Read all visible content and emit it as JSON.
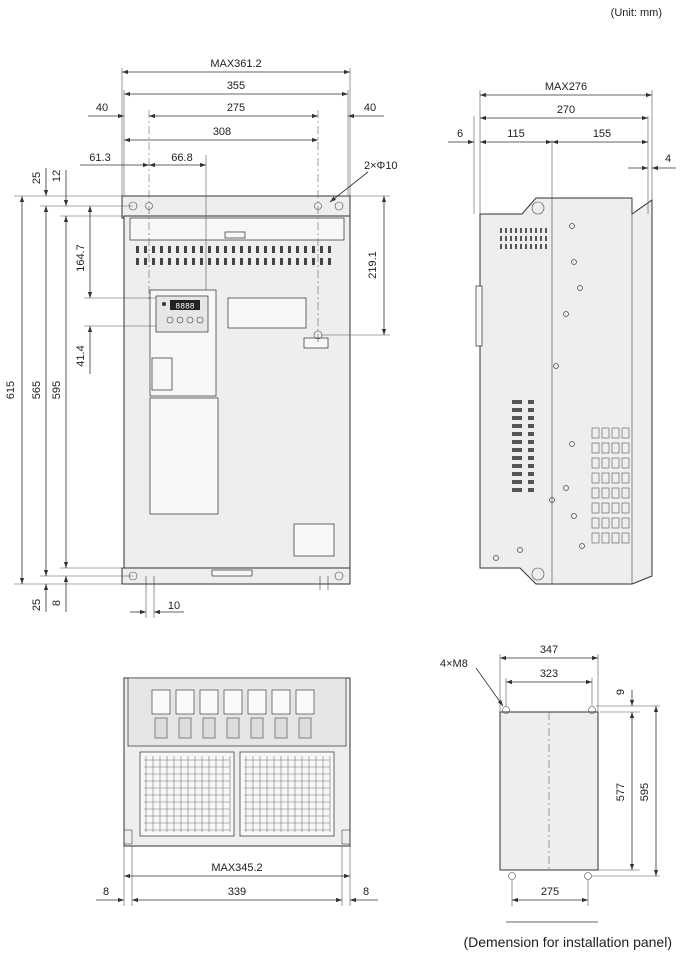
{
  "unit_note": "(Unit: mm)",
  "caption": "(Demension for installation panel)",
  "front_view": {
    "max_width": "MAX361.2",
    "width_355": "355",
    "width_275": "275",
    "width_308": "308",
    "left_40": "40",
    "right_40": "40",
    "d_61_3": "61.3",
    "d_66_8": "66.8",
    "holes": "2×Φ10",
    "top_25": "25",
    "top_12": "12",
    "h_164_7": "164.7",
    "h_219_1": "219.1",
    "h_41_4": "41.4",
    "h_615": "615",
    "h_565": "565",
    "h_595": "595",
    "bottom_25": "25",
    "bottom_8": "8",
    "slot_10": "10",
    "display_digits": "8888"
  },
  "side_view": {
    "max_depth": "MAX276",
    "depth_270": "270",
    "d_6": "6",
    "d_115": "115",
    "d_155": "155",
    "d_4": "4"
  },
  "bottom_view": {
    "max_width": "MAX345.2",
    "width_339": "339",
    "left_8": "8",
    "right_8": "8"
  },
  "panel_view": {
    "screws": "4×M8",
    "width_347": "347",
    "width_323": "323",
    "top_9": "9",
    "h_577": "577",
    "h_595": "595",
    "width_275": "275"
  }
}
